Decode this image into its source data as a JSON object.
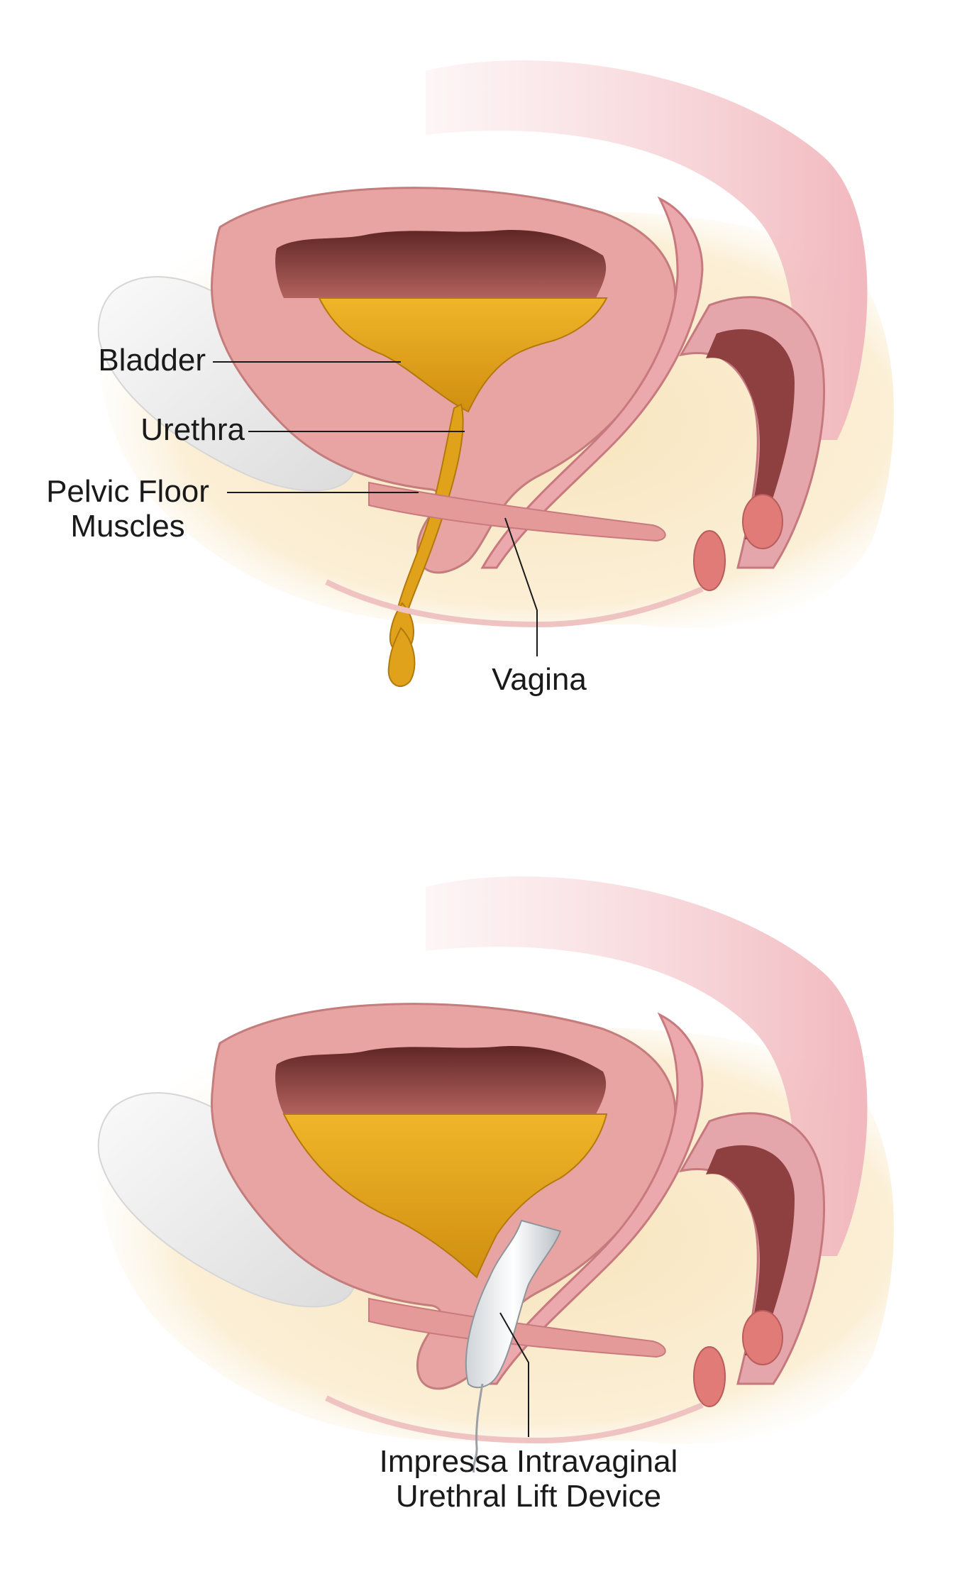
{
  "panels": [
    {
      "labels": {
        "bladder": "Bladder",
        "urethra": "Urethra",
        "pelvic_floor_line1": "Pelvic Floor",
        "pelvic_floor_line2": "Muscles",
        "vagina": "Vagina"
      }
    },
    {
      "labels": {
        "device_line1": "Impressa Intravaginal",
        "device_line2": "Urethral Lift Device"
      }
    }
  ],
  "colors": {
    "background": "#ffffff",
    "fat_tissue": "#f8e6c2",
    "fat_outline": "#efd3a4",
    "muscle_wall": "#e6a0a0",
    "muscle_dark": "#c97a7e",
    "muscle_light": "#f4c4c4",
    "lumen_dark": "#7a3430",
    "urine": "#e0a21a",
    "urine_light": "#f4c64a",
    "pubic_bone": "#f1f1f1",
    "device": "#e9ecef",
    "leader_line": "#1a1a1a"
  }
}
